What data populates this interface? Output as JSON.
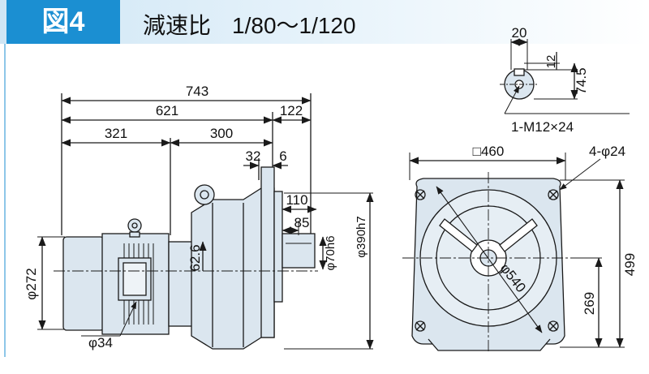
{
  "header": {
    "figure_label": "図4",
    "title": "減速比",
    "ratio": "1/80～1/120"
  },
  "colors": {
    "accent": "#1b8fd2",
    "body_fill": "#dbe6ef",
    "line": "#1a1a1a",
    "header_gradient": "#cfe6f5"
  },
  "dimensions": {
    "overall_length": "743",
    "length_621": "621",
    "length_122": "122",
    "length_321": "321",
    "length_300": "300",
    "length_32": "32",
    "length_6": "6",
    "shaft_110": "110",
    "shaft_85": "85",
    "shaft_dia": "φ70h6",
    "spigot_dia": "φ390h7",
    "motor_dia": "φ272",
    "conduit_dia": "φ34",
    "height_62_6": "62.6",
    "square_460": "□460",
    "holes": "4-φ24",
    "flange_dia": "φ540",
    "height_499": "499",
    "height_269": "269",
    "key_20": "20",
    "key_12": "12",
    "key_74_5": "74.5",
    "tap": "1-M12×24"
  }
}
